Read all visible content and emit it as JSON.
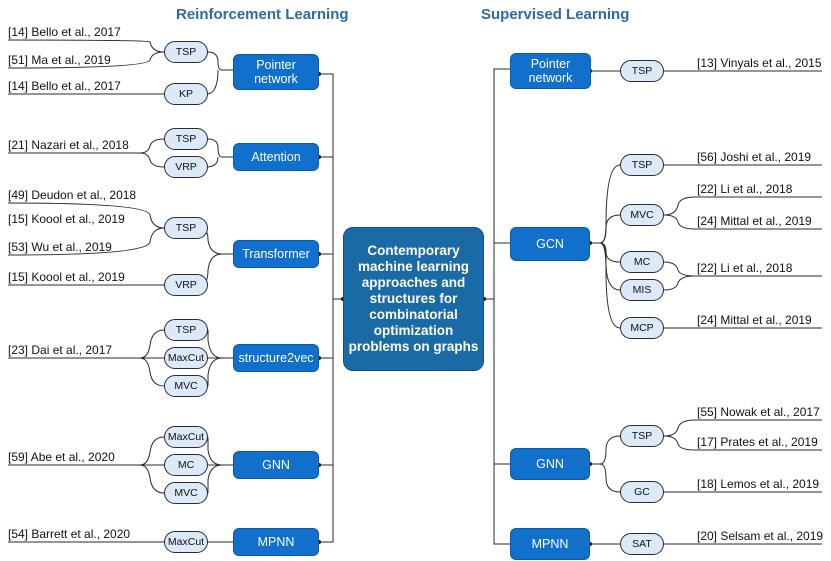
{
  "titles": {
    "left": "Reinforcement Learning",
    "right": "Supervised Learning"
  },
  "center": "Contemporary machine learning approaches and structures for combinatorial optimization problems on graphs",
  "left": {
    "methods": [
      "Pointer network",
      "Attention",
      "Transformer",
      "structure2vec",
      "GNN",
      "MPNN"
    ],
    "problems": [
      "TSP",
      "KP",
      "TSP",
      "VRP",
      "TSP",
      "VRP",
      "TSP",
      "MaxCut",
      "MVC",
      "MaxCut",
      "MC",
      "MVC",
      "MaxCut"
    ],
    "refs": [
      "[14] Bello et al., 2017",
      "[51] Ma et al., 2019",
      "[14] Bello et al., 2017",
      "[21] Nazari et al., 2018",
      "[49] Deudon et al., 2018",
      "[15] Koool et al., 2019",
      "[53] Wu et al., 2019",
      "[15] Koool et al., 2019",
      "[23] Dai et al., 2017",
      "[59] Abe et al., 2020",
      "[54] Barrett et al., 2020"
    ]
  },
  "right": {
    "methods": [
      "Pointer network",
      "GCN",
      "GNN",
      "MPNN"
    ],
    "problems": [
      "TSP",
      "TSP",
      "MVC",
      "MC",
      "MIS",
      "MCP",
      "TSP",
      "GC",
      "SAT"
    ],
    "refs": [
      "[13] Vinyals et al., 2015",
      "[56] Joshi et al., 2019",
      "[22] Li et al., 2018",
      "[24] Mittal et al., 2019",
      "[22] Li et al., 2018",
      "[24] Mittal et al., 2019",
      "[55] Nowak et al., 2017",
      "[17] Prates et al., 2019",
      "[18] Lemos et al., 2019",
      "[20] Selsam et al., 2019"
    ]
  }
}
